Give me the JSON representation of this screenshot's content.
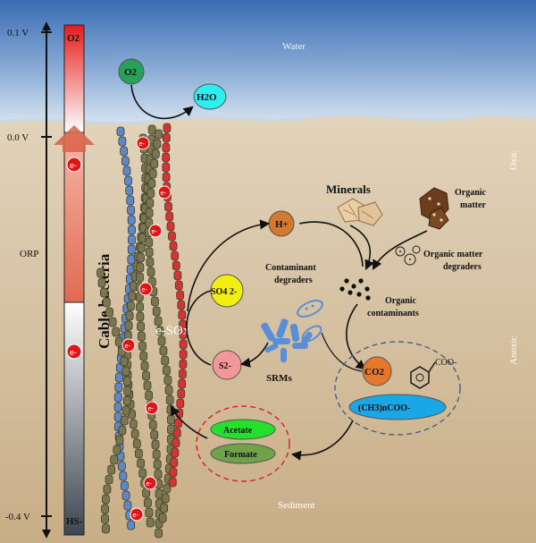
{
  "colors": {
    "water_top": "#3f73b8",
    "water_bottom": "#dde8f2",
    "sediment_top": "#dccbb1",
    "sediment_bottom": "#c9b088",
    "o2_node": "#27a15a",
    "h2o_node": "#2cf0f0",
    "h_node": "#d4792e",
    "so4_node": "#f2ee12",
    "s2_node": "#f29898",
    "co2_node": "#e5782b",
    "ch3_node": "#19a7e6",
    "acetate_node": "#23e02b",
    "formate_node": "#6fa347",
    "electron": "#e01515",
    "srm_blue": "#5a8fd6"
  },
  "orp_scale": {
    "title": "ORP",
    "ticks": [
      "0.1 V",
      "0.0 V",
      "-0.4 V"
    ],
    "top_label": "O2",
    "bottom_label": "HS-"
  },
  "zones": {
    "water": "Water",
    "oxic": "Oxic",
    "anoxic": "Anoxic",
    "sediment": "Sediment"
  },
  "cable_bacteria_label": "Cable bacteria",
  "electron_label": "e-",
  "esox_label": "e-SOx",
  "nodes": {
    "o2": "O2",
    "h2o": "H2O",
    "h_plus": "H+",
    "so4": "SO4 2-",
    "s2": "S2-",
    "co2": "CO2",
    "ch3coo": "(CH3)nCOO-",
    "acetate": "Acetate",
    "formate": "Formate"
  },
  "labels": {
    "minerals": "Minerals",
    "organic_matter": [
      "Organic",
      "matter"
    ],
    "om_degraders": [
      "Organic matter",
      "degraders"
    ],
    "contaminant_degraders": [
      "Contaminant",
      "degraders"
    ],
    "organic_contaminants": [
      "Organic",
      "contaminants"
    ],
    "srms": "SRMs",
    "benzoate_group": "COO-"
  }
}
